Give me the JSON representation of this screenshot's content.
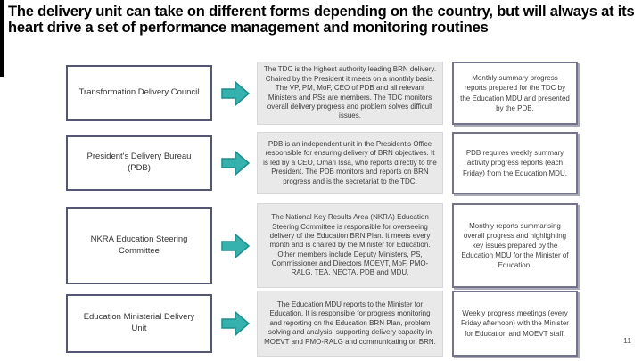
{
  "slide": {
    "title": "The delivery unit can take on different forms depending on the country, but will always at its heart drive a set of performance management and monitoring routines",
    "page_number": "11",
    "colors": {
      "arrow_fill": "#35b1ae",
      "arrow_stroke": "#1f8e8c",
      "entity_box_border": "#545473",
      "routine_box_border": "#73738c",
      "desc_box_bg": "#e9e9e9",
      "title_accent_bar": "#000000"
    },
    "rows": [
      {
        "entity": "Transformation Delivery Council",
        "description": "The TDC is the highest authority leading BRN delivery. Chaired by the President it meets on a monthly basis. The VP, PM, MoF, CEO of PDB and all relevant Ministers and PSs are members. The TDC monitors overall delivery progress and problem solves difficult issues.",
        "routine": "Monthly summary progress reports prepared for the TDC by the Education MDU and presented by the PDB."
      },
      {
        "entity": "President's Delivery Bureau (PDB)",
        "description": "PDB is an independent unit in the President's Office responsible for ensuring delivery of BRN objectives. It is led by a CEO, Omari Issa, who reports directly to the President. The PDB monitors and reports on BRN progress and is the secretariat to the TDC.",
        "routine": "PDB requires weekly summary activity progress reports (each Friday) from the Education MDU."
      },
      {
        "entity": "NKRA Education Steering Committee",
        "description": "The National Key Results Area (NKRA) Education Steering Committee is responsible for overseeing delivery of the Education BRN Plan. It meets every month and is chaired by the Minister for Education. Other members include Deputy Ministers, PS, Commissioner and Directors MOEVT, MoF, PMO-RALG, TEA, NECTA, PDB and MDU.",
        "routine": "Monthly reports summarising overall progress and highlighting key issues prepared by the Education MDU for the Minister of Education."
      },
      {
        "entity": "Education Ministerial Delivery Unit",
        "description": "The Education MDU reports to the Minister for Education. It is responsible for progress monitoring and reporting on the Education BRN Plan, problem solving and analysis, supporting delivery capacity in MOEVT and PMO-RALG and communicating on BRN.",
        "routine": "Weekly progress meetings (every Friday afternoon) with the Minister for Education and MOEVT staff."
      }
    ]
  }
}
